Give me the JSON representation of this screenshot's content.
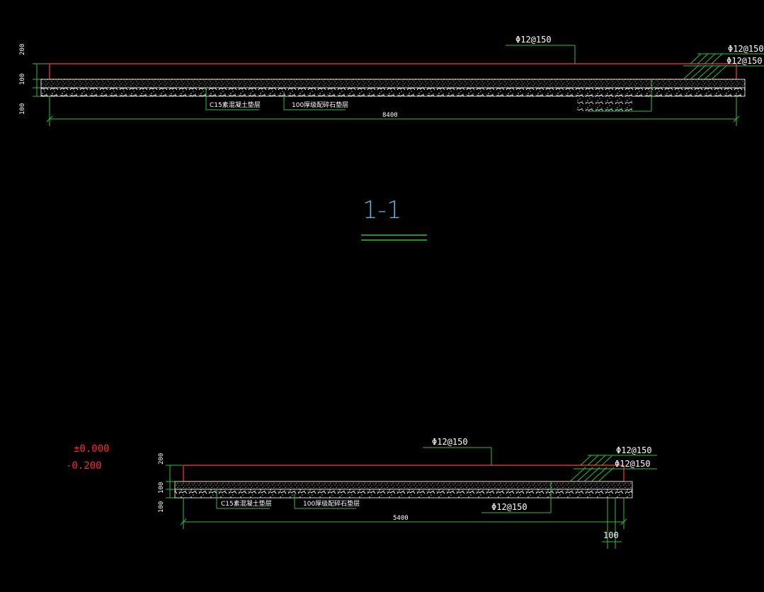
{
  "colors": {
    "background": "#000000",
    "dimension_line": "#2fbf3a",
    "slab_outline": "#ff3b3b",
    "text": "#ffffff",
    "title": "#5fb0d8",
    "elevation": "#ff2a2a",
    "hatch": "#2fbf3a"
  },
  "section1": {
    "rebar_top": "Φ12@150",
    "rebar_right_1": "Φ12@150",
    "rebar_right_2": "Φ12@150",
    "layer_c15": "C15素混凝土垫层",
    "layer_gravel": "100厚级配碎石垫层",
    "length": "8400",
    "dim_200": "200",
    "dim_100a": "100",
    "dim_100b": "100",
    "title": "1-1"
  },
  "section2": {
    "elev_top": "±0.000",
    "elev_bottom": "-0.200",
    "rebar_top": "Φ12@150",
    "rebar_right_1": "Φ12@150",
    "rebar_right_2": "Φ12@150",
    "rebar_bottom": "Φ12@150",
    "layer_c15": "C15素混凝土垫层",
    "layer_gravel": "100厚级配碎石垫层",
    "length": "5400",
    "dim_200": "200",
    "dim_100a": "100",
    "dim_100b": "100",
    "dim_100c": "100"
  }
}
